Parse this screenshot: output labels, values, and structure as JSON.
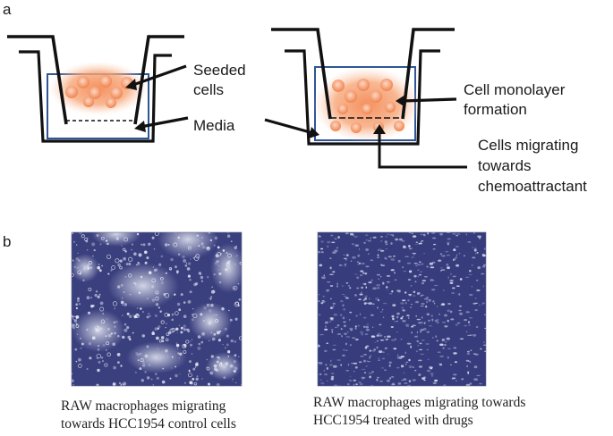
{
  "panel_a": {
    "label": "a",
    "left_well": {
      "label_seeded": [
        "Seeded",
        "cells"
      ],
      "label_media": "Media"
    },
    "right_well": {
      "label_monolayer": [
        "Cell monolayer",
        "formation"
      ],
      "label_migrating": [
        "Cells migrating",
        "towards",
        "chemoattractant"
      ]
    }
  },
  "panel_b": {
    "label": "b",
    "left_image": {
      "caption": [
        "RAW macrophages migrating",
        "towards HCC1954 control cells"
      ]
    },
    "right_image": {
      "caption": [
        "RAW macrophages migrating towards",
        "HCC1954 treated with drugs"
      ]
    }
  },
  "colors": {
    "stain_dark": "#3a3f7e",
    "stain_light": "#c9cde0",
    "cells": "#f59a6a",
    "media_line": "#2f5597"
  }
}
